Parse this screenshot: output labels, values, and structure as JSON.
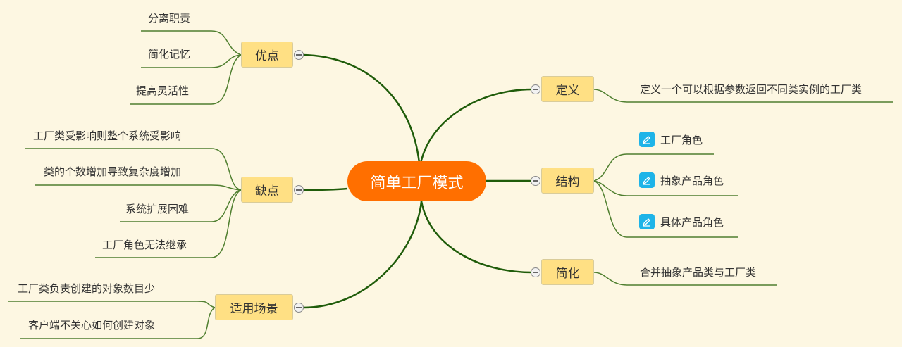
{
  "central": "简单工厂模式",
  "branches": {
    "pros": {
      "label": "优点",
      "items": [
        "分离职责",
        "简化记忆",
        "提高灵活性"
      ]
    },
    "cons": {
      "label": "缺点",
      "items": [
        "工厂类受影响则整个系统受影响",
        "类的个数增加导致复杂度增加",
        "系统扩展困难",
        "工厂角色无法继承"
      ]
    },
    "scenarios": {
      "label": "适用场景",
      "items": [
        "工厂类负责创建的对象数目少",
        "客户端不关心如何创建对象"
      ]
    },
    "definition": {
      "label": "定义",
      "items": [
        "定义一个可以根据参数返回不同类实例的工厂类"
      ]
    },
    "structure": {
      "label": "结构",
      "items": [
        "工厂角色",
        "抽象产品角色",
        "具体产品角色"
      ],
      "icon": "note-edit-icon"
    },
    "simplify": {
      "label": "简化",
      "items": [
        "合并抽象产品类与工厂类"
      ]
    }
  },
  "colors": {
    "central": "#ff6f00",
    "topic": "#ffe084",
    "main_line": "#1f5c0a",
    "leaf_line": "#4f7f2f",
    "note_icon": "#1eb4e8",
    "background": "#fdf7e2"
  }
}
